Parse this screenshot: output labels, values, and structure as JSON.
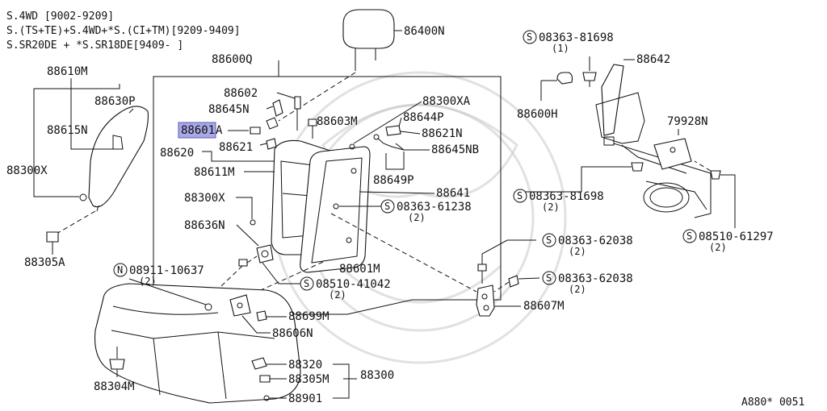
{
  "applicability_notes": [
    "S.4WD [9002-9209]",
    "S.(TS+TE)+S.4WD+*S.(CI+TM)[9209-9409]",
    "S.SR20DE + *S.SR18DE[9409-    ]"
  ],
  "diagram_code": "A880* 0051",
  "highlight_color": "#a9a9e8",
  "highlighted_part": "88601A",
  "parts": {
    "p86400N": "86400N",
    "p88600Q": "88600Q",
    "p88610M": "88610M",
    "p88630P": "88630P",
    "p88615N": "88615N",
    "p88300X_left": "88300X",
    "p88305A": "88305A",
    "p88602": "88602",
    "p88645N": "88645N",
    "p88603M": "88603M",
    "p88601_prefix": "88601",
    "p88601_suffix": "A",
    "p88621": "88621",
    "p88620": "88620",
    "p88611M": "88611M",
    "p88300X_mid": "88300X",
    "p88636N": "88636N",
    "p88300XA": "88300XA",
    "p88644P": "88644P",
    "p88621N": "88621N",
    "p88645NB": "88645NB",
    "p88649P": "88649P",
    "p88641": "88641",
    "p88601M": "88601M",
    "p88600H": "88600H",
    "p88642": "88642",
    "p79928N": "79928N",
    "p88607M": "88607M",
    "p88699M": "88699M",
    "p88606N": "88606N",
    "p88304M": "88304M",
    "p88320": "88320",
    "p88305M": "88305M",
    "p88300": "88300",
    "p88901": "88901"
  },
  "fasteners": [
    {
      "key": "f1",
      "symbol": "S",
      "number": "08363-81698",
      "qty": "(1)"
    },
    {
      "key": "f2",
      "symbol": "S",
      "number": "08363-61238",
      "qty": "(2)"
    },
    {
      "key": "f3",
      "symbol": "S",
      "number": "08363-81698",
      "qty": "(2)"
    },
    {
      "key": "f4",
      "symbol": "S",
      "number": "08363-62038",
      "qty": "(2)"
    },
    {
      "key": "f5",
      "symbol": "S",
      "number": "08510-61297",
      "qty": "(2)"
    },
    {
      "key": "f6",
      "symbol": "S",
      "number": "08363-62038",
      "qty": "(2)"
    },
    {
      "key": "f7",
      "symbol": "S",
      "number": "08510-41042",
      "qty": "(2)"
    },
    {
      "key": "f8",
      "symbol": "N",
      "number": "08911-10637",
      "qty": "(2)"
    }
  ]
}
